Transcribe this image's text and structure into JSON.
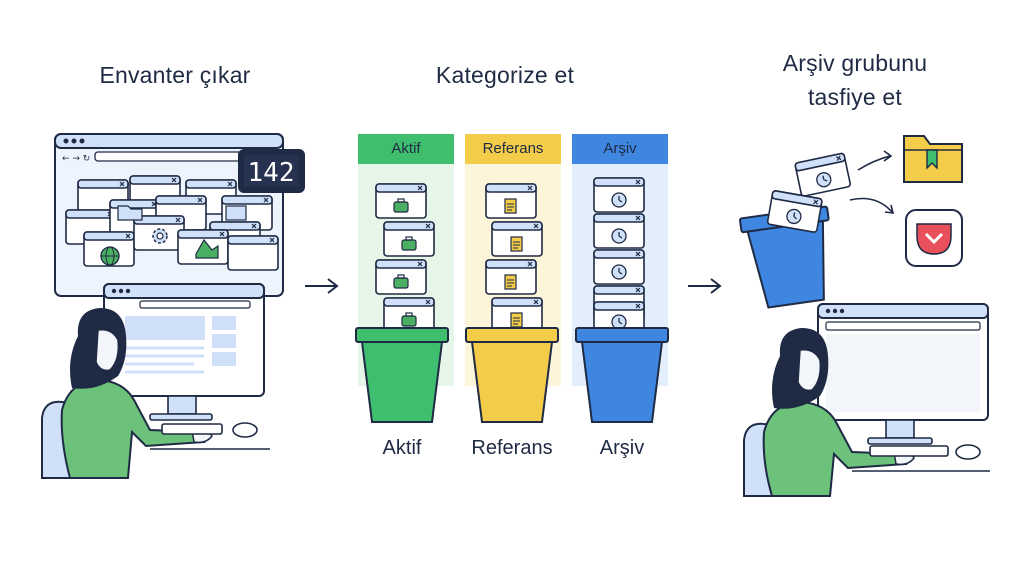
{
  "steps": [
    {
      "title": "Envanter çıkar"
    },
    {
      "title": "Kategorize et"
    },
    {
      "title_line1": "Arşiv grubunu",
      "title_line2": "tasfiye et"
    }
  ],
  "tab_counter": "142",
  "categories": [
    {
      "header": "Aktif",
      "label": "Aktif",
      "color": "#3fbf6e",
      "tint": "#e6f6e9"
    },
    {
      "header": "Referans",
      "label": "Referans",
      "color": "#f3cc4a",
      "tint": "#fdf5d9"
    },
    {
      "header": "Arşiv",
      "label": "Arşiv",
      "color": "#3e86e0",
      "tint": "#e2eefc"
    }
  ],
  "colors": {
    "outline": "#1f2a44",
    "browser_blue": "#cfe0f8",
    "person_shirt": "#6cc27a",
    "hair": "#1f2a44"
  }
}
